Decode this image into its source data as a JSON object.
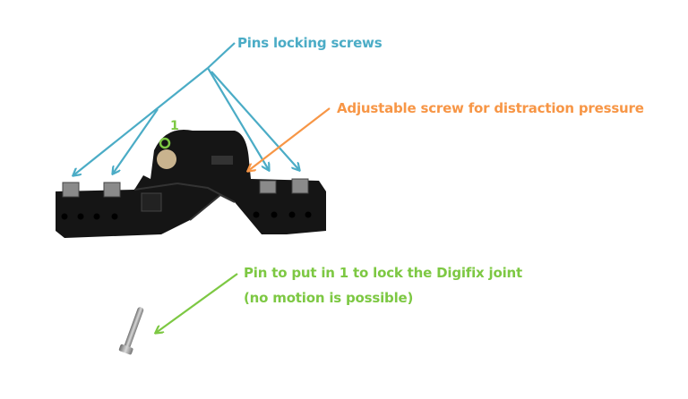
{
  "annotations": {
    "pins_locking_screws": "Pins locking screws",
    "adjustable_screw": "Adjustable screw for distraction pressure",
    "pin_line1": "Pin to put in 1 to lock the Digifix joint",
    "pin_line2": "(no motion is possible)",
    "marker_number": "1"
  },
  "colors": {
    "blue": "#4bacc6",
    "orange": "#f79646",
    "green": "#7dc843",
    "device": "#151515"
  }
}
